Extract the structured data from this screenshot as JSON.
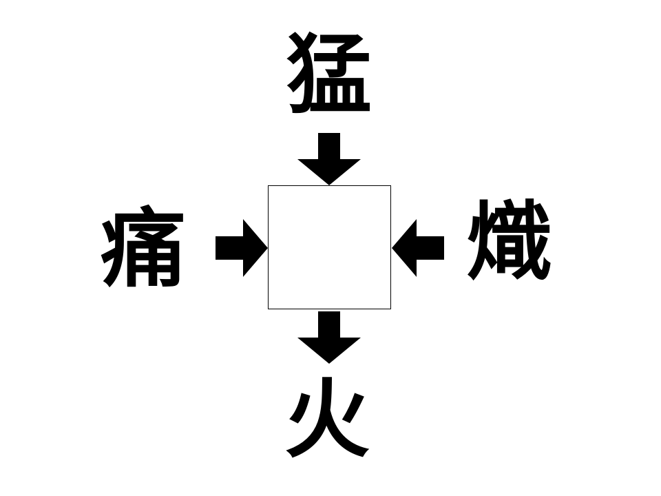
{
  "puzzle": {
    "top_kanji": "猛",
    "left_kanji": "痛",
    "right_kanji": "熾",
    "bottom_kanji": "火",
    "answer_value": ""
  },
  "colors": {
    "background": "#ffffff",
    "foreground": "#000000"
  },
  "icons": {
    "top_arrow": "arrow-down-icon",
    "bottom_arrow": "arrow-down-icon",
    "left_arrow": "arrow-right-icon",
    "right_arrow": "arrow-left-icon"
  }
}
